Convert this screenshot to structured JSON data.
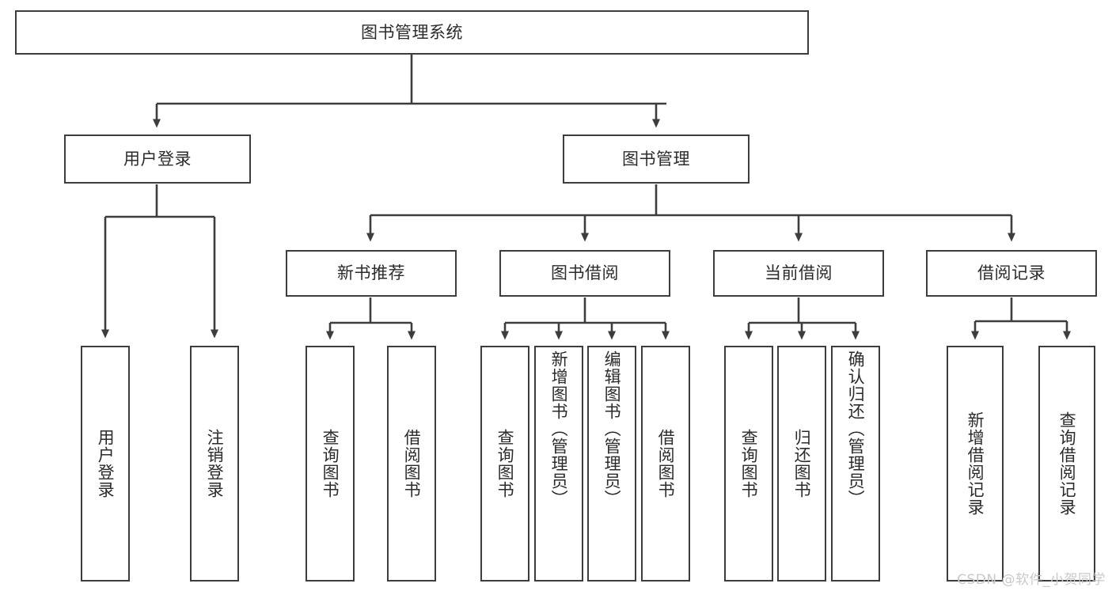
{
  "diagram": {
    "title": "图书管理系统",
    "colors": {
      "box_border": "#3d3d3d",
      "box_fill": "#ffffff",
      "text": "#2b2b2b",
      "edge": "#3d3d3d",
      "watermark": "#c9c9c9",
      "background": "#ffffff"
    },
    "root": {
      "label": "图书管理系统"
    },
    "level1": [
      {
        "label": "用户登录"
      },
      {
        "label": "图书管理"
      }
    ],
    "level2": [
      {
        "label": "新书推荐"
      },
      {
        "label": "图书借阅"
      },
      {
        "label": "当前借阅"
      },
      {
        "label": "借阅记录"
      }
    ],
    "leaves": {
      "user_login": [
        {
          "label": "用户登录"
        },
        {
          "label": "注销登录"
        }
      ],
      "new_book_recommend": [
        {
          "label": "查询图书"
        },
        {
          "label": "借阅图书"
        }
      ],
      "book_borrow": [
        {
          "label": "查询图书"
        },
        {
          "label": "新增图书（管理员）"
        },
        {
          "label": "编辑图书（管理员）"
        },
        {
          "label": "借阅图书"
        }
      ],
      "current_borrow": [
        {
          "label": "查询图书"
        },
        {
          "label": "归还图书"
        },
        {
          "label": "确认归还（管理员）"
        }
      ],
      "borrow_record": [
        {
          "label": "新增借阅记录"
        },
        {
          "label": "查询借阅记录"
        }
      ]
    }
  },
  "watermark": {
    "text": "CSDN @软件_小贺同学"
  }
}
